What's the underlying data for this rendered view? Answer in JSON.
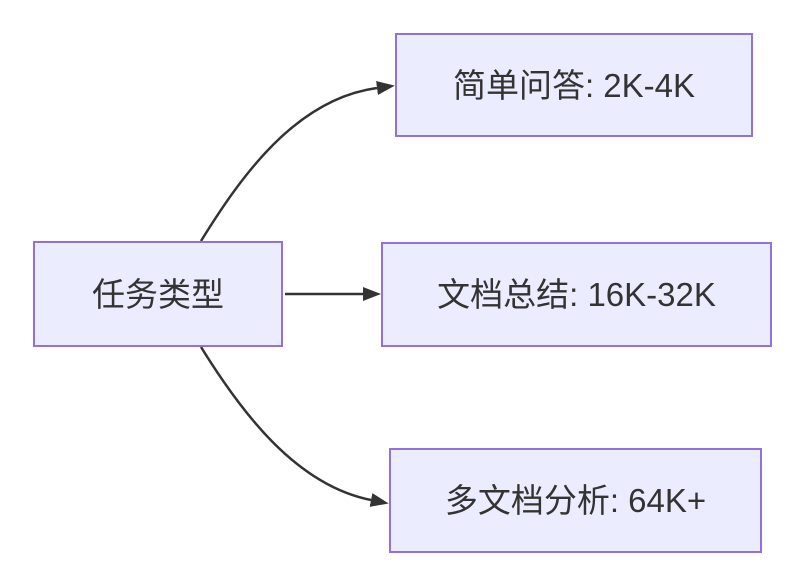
{
  "diagram": {
    "type": "flowchart",
    "direction": "left-to-right",
    "root": {
      "id": "task-type",
      "label": "任务类型"
    },
    "nodes": [
      {
        "id": "simple-qa",
        "label": "简单问答: 2K-4K"
      },
      {
        "id": "doc-summary",
        "label": "文档总结: 16K-32K"
      },
      {
        "id": "multi-doc",
        "label": "多文档分析: 64K+"
      }
    ],
    "edges": [
      {
        "from": "任务类型",
        "to": "简单问答: 2K-4K"
      },
      {
        "from": "任务类型",
        "to": "文档总结: 16K-32K"
      },
      {
        "from": "任务类型",
        "to": "多文档分析: 64K+"
      }
    ],
    "colors": {
      "background": "#FFFFFF",
      "node_fill": "#ECECFF",
      "node_border": "#9370DB",
      "edge": "#333333",
      "text": "#333333"
    }
  }
}
